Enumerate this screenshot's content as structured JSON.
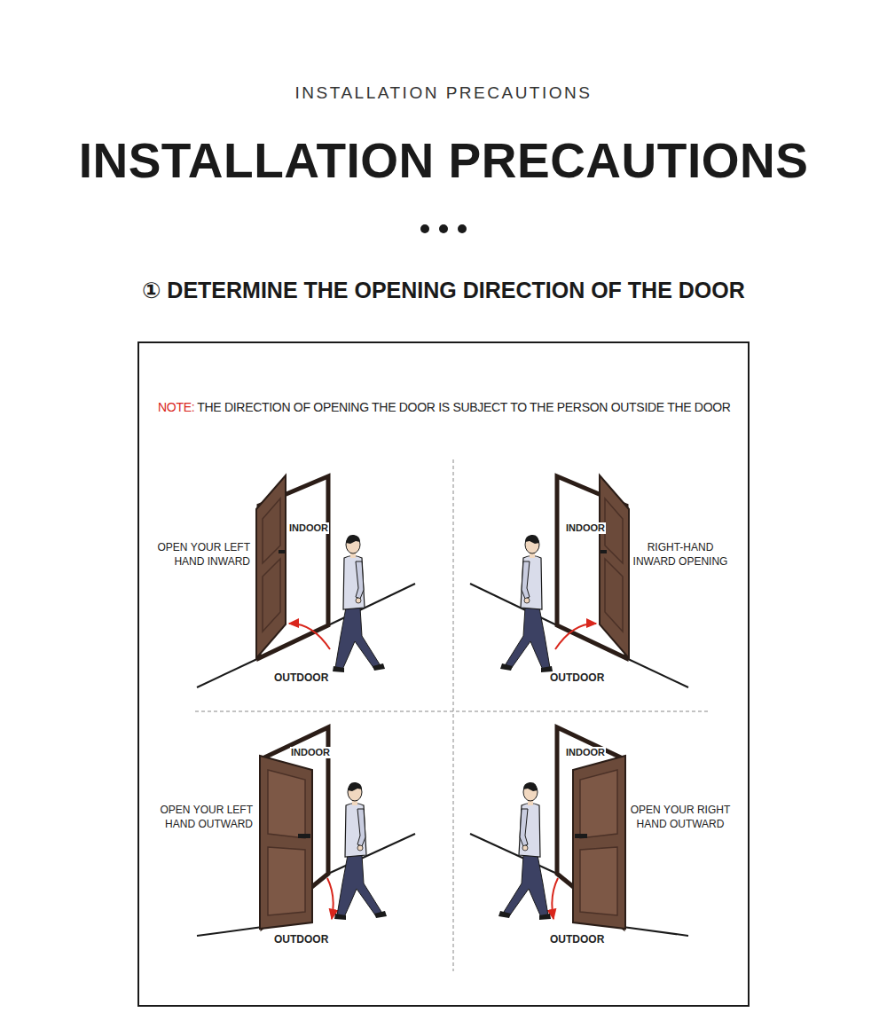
{
  "diagram": {
    "title": "INSTALLATION PRECAUTIONS",
    "labels": [
      "INSTALLATION PRECAUTIONS",
      "① DETERMINE THE OPENING DIRECTION OF THE DOOR",
      "NOTE:",
      "THE DIRECTION OF OPENING THE DOOR IS SUBJECT TO THE PERSON OUTSIDE THE DOOR",
      "OPEN YOUR LEFT HAND INWARD",
      "INDOOR",
      "OUTDOOR",
      "INDOOR",
      "RIGHT-HAND INWARD OPENING",
      "OUTDOOR",
      "OPEN YOUR LEFT HAND OUTWARD",
      "INDOOR",
      "OUTDOOR",
      "INDOOR",
      "OPEN YOUR RIGHT HAND OUTWARD",
      "OUTDOOR"
    ]
  }
}
